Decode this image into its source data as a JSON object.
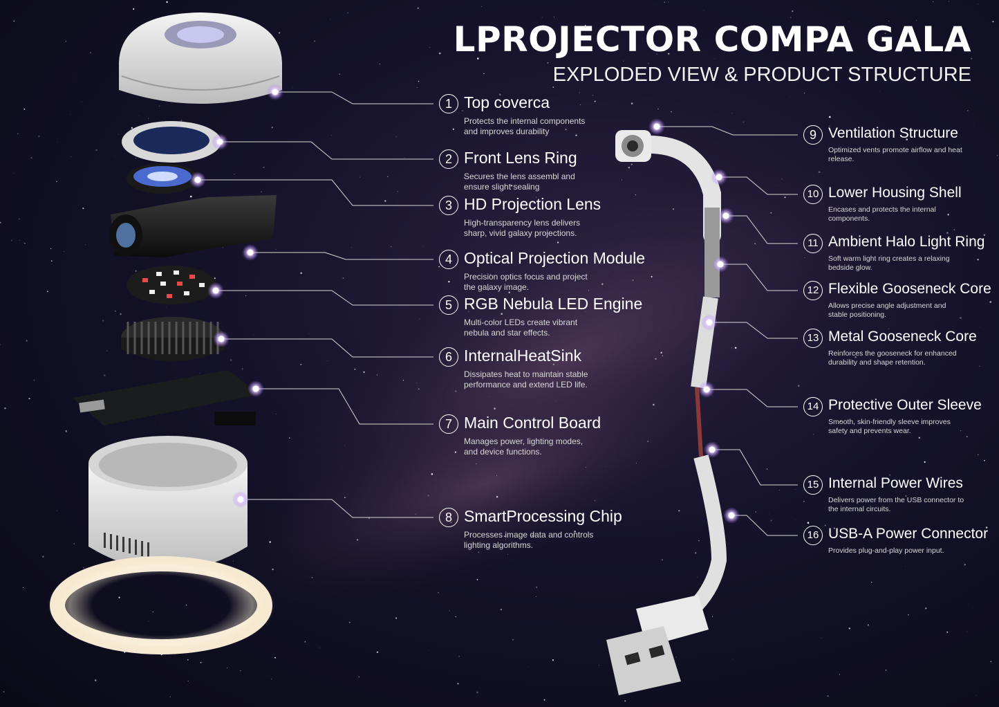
{
  "title": "LPROJECTOR COMPA GALA",
  "subtitle": "EXPLODED VIEW & PRODUCT STRUCTURE",
  "components": [
    {
      "num": "1",
      "name": "Top coverca",
      "desc": "Protects the internal components and improves durability"
    },
    {
      "num": "2",
      "name": "Front Lens Ring",
      "desc": "Secures the lens assembl and ensure slight sealing"
    },
    {
      "num": "3",
      "name": "HD Projection Lens",
      "desc": "High-transparency lens delivers sharp, vivid galaxy projections."
    },
    {
      "num": "4",
      "name": "Optical Projection Module",
      "desc": "Precision optics focus and project the galaxy image."
    },
    {
      "num": "5",
      "name": "RGB Nebula LED Engine",
      "desc": "Multi-color LEDs create vibrant nebula and star effects."
    },
    {
      "num": "6",
      "name": "InternalHeatSink",
      "desc": "Dissipates heat to maintain stable performance and extend LED life."
    },
    {
      "num": "7",
      "name": "Main Control Board",
      "desc": "Manages power, lighting modes, and device functions."
    },
    {
      "num": "8",
      "name": "SmartProcessing Chip",
      "desc": "Processes image data and controls lighting algorithms."
    },
    {
      "num": "9",
      "name": "Ventilation Structure",
      "desc": "Optimized vents promote airflow and heat release."
    },
    {
      "num": "10",
      "name": "Lower Housing Shell",
      "desc": "Encases and protects the internal components."
    },
    {
      "num": "11",
      "name": "Ambient Halo Light Ring",
      "desc": "Soft warm light ring creates a relaxing bedside glow."
    },
    {
      "num": "12",
      "name": "Flexible Gooseneck Core",
      "desc": "Allows precise angle adjustment and stable positioning."
    },
    {
      "num": "13",
      "name": "Metal Gooseneck Core",
      "desc": "Reinforces the gooseneck for enhanced durability and shape retention."
    },
    {
      "num": "14",
      "name": "Protective Outer Sleeve",
      "desc": "Smooth, skin-friendly sleeve improves safety and prevents wear."
    },
    {
      "num": "15",
      "name": "Internal Power Wires",
      "desc": "Delivers power from the USB connector to the internal circuits."
    },
    {
      "num": "16",
      "name": "USB-A Power Connector",
      "desc": "Provides plug-and-play power input."
    }
  ]
}
